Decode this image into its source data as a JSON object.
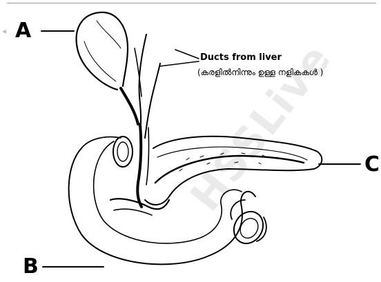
{
  "labels": {
    "a": "A",
    "b": "B",
    "c": "C"
  },
  "caption": {
    "english": "Ducts from liver",
    "malayalam": "(കരളിൽനിന്നും ഉള്ള നളികകൾ )"
  },
  "watermark": "HSSLive",
  "corner_mark": "◂",
  "colors": {
    "ink": "#000000",
    "paper": "#ffffff",
    "watermark": "#000000"
  }
}
